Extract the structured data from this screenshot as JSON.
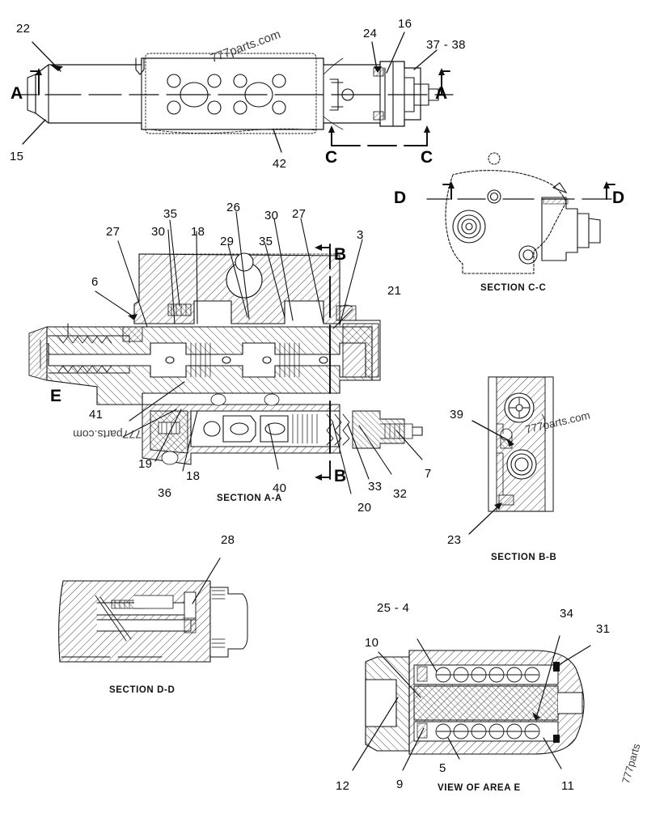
{
  "document": {
    "type": "exploded-section parts drawing",
    "watermarks": [
      {
        "id": "wm-top",
        "text": "777parts.com"
      },
      {
        "id": "wm-section-bb",
        "text": "777parts.com"
      },
      {
        "id": "wm-section-aa",
        "text": "777parts.com"
      },
      {
        "id": "wm-corner",
        "text": "777parts"
      }
    ]
  },
  "views": {
    "top": {
      "name": "plan-view",
      "section_marks": [
        {
          "letter": "A",
          "side": "left"
        },
        {
          "letter": "A",
          "side": "right"
        },
        {
          "letter": "C",
          "side": "left"
        },
        {
          "letter": "C",
          "side": "right"
        }
      ],
      "callouts": [
        {
          "num": "22"
        },
        {
          "num": "15"
        },
        {
          "num": "42"
        },
        {
          "num": "24"
        },
        {
          "num": "16"
        },
        {
          "num": "37 - 38"
        }
      ]
    },
    "section_cc": {
      "caption": "SECTION C-C",
      "section_marks": [
        {
          "letter": "D",
          "side": "left"
        },
        {
          "letter": "D",
          "side": "right"
        }
      ],
      "callouts": []
    },
    "section_aa": {
      "caption": "SECTION A-A",
      "section_marks": [
        {
          "letter": "B",
          "side": "top"
        },
        {
          "letter": "B",
          "side": "bottom"
        },
        {
          "letter": "E",
          "side": "left"
        }
      ],
      "callouts": [
        {
          "num": "6"
        },
        {
          "num": "27"
        },
        {
          "num": "30"
        },
        {
          "num": "35"
        },
        {
          "num": "18"
        },
        {
          "num": "29"
        },
        {
          "num": "26"
        },
        {
          "num": "35"
        },
        {
          "num": "30"
        },
        {
          "num": "27"
        },
        {
          "num": "3"
        },
        {
          "num": "21"
        },
        {
          "num": "41"
        },
        {
          "num": "19"
        },
        {
          "num": "18"
        },
        {
          "num": "36"
        },
        {
          "num": "40"
        },
        {
          "num": "20"
        },
        {
          "num": "33"
        },
        {
          "num": "32"
        },
        {
          "num": "7"
        }
      ]
    },
    "section_bb": {
      "caption": "SECTION B-B",
      "callouts": [
        {
          "num": "39"
        },
        {
          "num": "23"
        }
      ]
    },
    "section_dd": {
      "caption": "SECTION D-D",
      "callouts": [
        {
          "num": "28"
        }
      ]
    },
    "view_area_e": {
      "caption": "VIEW OF AREA E",
      "callouts": [
        {
          "num": "25 - 4"
        },
        {
          "num": "10"
        },
        {
          "num": "34"
        },
        {
          "num": "31"
        },
        {
          "num": "12"
        },
        {
          "num": "9"
        },
        {
          "num": "5"
        },
        {
          "num": "11"
        }
      ]
    }
  },
  "labels": {
    "t22": "22",
    "t15": "15",
    "t42": "42",
    "t24": "24",
    "t16": "16",
    "t3738": "37 - 38",
    "tA_left": "A",
    "tA_right": "A",
    "tC_left": "C",
    "tC_right": "C",
    "tD_left": "D",
    "tD_right": "D",
    "cap_cc": "SECTION C-C",
    "a27a": "27",
    "a30a": "30",
    "a35a": "35",
    "a18a": "18",
    "a29": "29",
    "a26": "26",
    "a35b": "35",
    "a30b": "30",
    "a27b": "27",
    "a3": "3",
    "a6": "6",
    "a21": "21",
    "aB_top": "B",
    "aB_bot": "B",
    "aE": "E",
    "a41": "41",
    "a19": "19",
    "a18b": "18",
    "a36": "36",
    "a40": "40",
    "a20": "20",
    "a33": "33",
    "a32": "32",
    "a7": "7",
    "cap_aa": "SECTION A-A",
    "b39": "39",
    "b23": "23",
    "cap_bb": "SECTION B-B",
    "d28": "28",
    "cap_dd": "SECTION D-D",
    "e254": "25 - 4",
    "e10": "10",
    "e34": "34",
    "e31": "31",
    "e12": "12",
    "e9": "9",
    "e5": "5",
    "e11": "11",
    "cap_e": "VIEW OF AREA E",
    "wm_top": "777parts.com",
    "wm_bb": "777parts.com",
    "wm_aa": "777parts.com",
    "wm_corner": "777parts"
  },
  "colors": {
    "line": "#111111",
    "hatch": "#1a1a1a",
    "background": "#ffffff",
    "text": "#0a0a0a"
  }
}
